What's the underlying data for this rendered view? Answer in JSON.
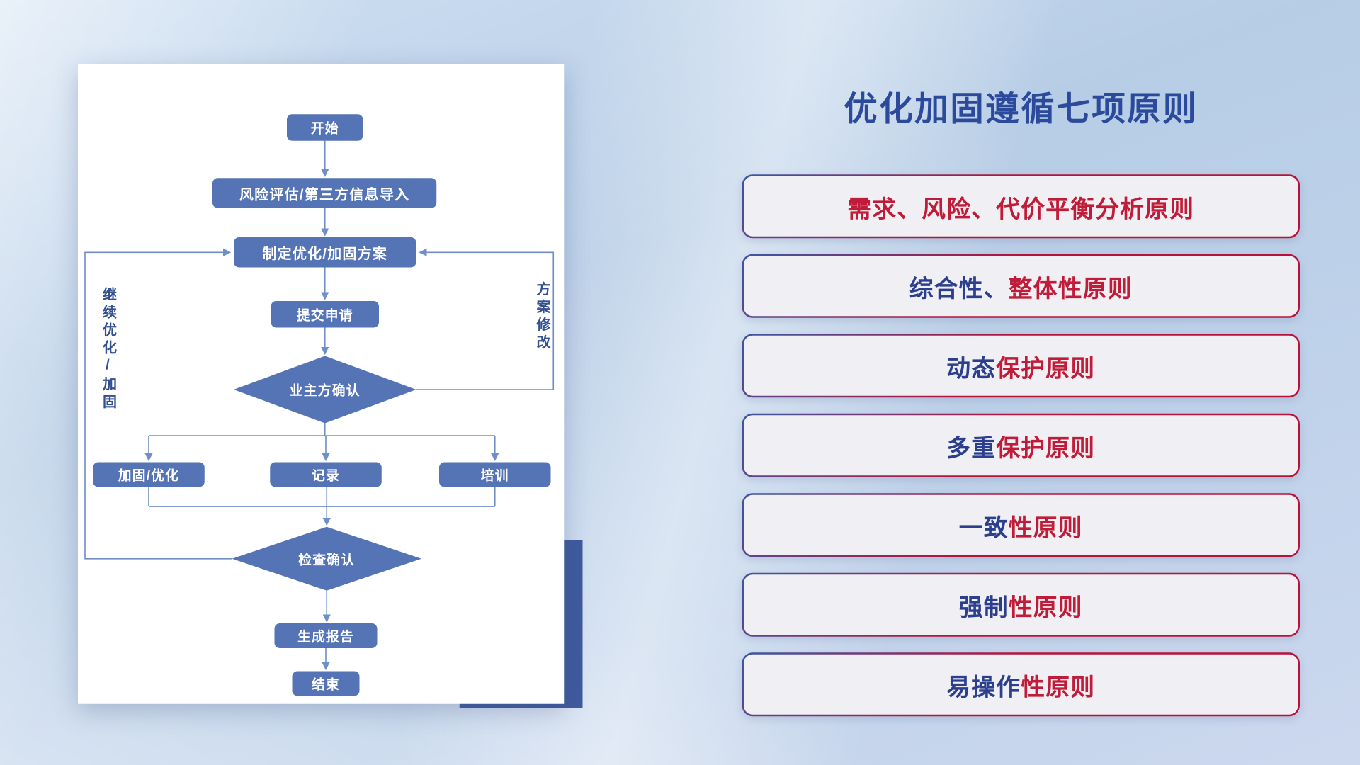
{
  "page": {
    "title": "优化加固遵循七项原则"
  },
  "flowchart": {
    "start": "开始",
    "risk_import": "风险评估/第三方信息导入",
    "make_plan": "制定优化/加固方案",
    "submit": "提交申请",
    "owner_confirm": "业主方确认",
    "reinforce": "加固/优化",
    "record": "记录",
    "training": "培训",
    "check_confirm": "检查确认",
    "report": "生成报告",
    "end": "结束",
    "loop_left": "继续优化/加固",
    "loop_right": "方案修改"
  },
  "principles": [
    {
      "blue": "",
      "red": "需求、风险、代价平衡分析原则"
    },
    {
      "blue": "综合性、",
      "red": "整体性原则"
    },
    {
      "blue": "动态",
      "red": "保护原则"
    },
    {
      "blue": "多重",
      "red": "保护原则"
    },
    {
      "blue": "一致",
      "red": "性原则"
    },
    {
      "blue": "强制",
      "red": "性原则"
    },
    {
      "blue": "易操作",
      "red": "性原则"
    }
  ],
  "colors": {
    "title_blue": "#2c4a9c",
    "text_blue": "#2c3f8e",
    "text_red": "#c01b38",
    "node_fill": "#5474b6",
    "connector": "#6f8fc6",
    "accent_rect": "#3f5a9e",
    "principle_bg": "#f0eff3",
    "card_bg": "#ffffff"
  }
}
